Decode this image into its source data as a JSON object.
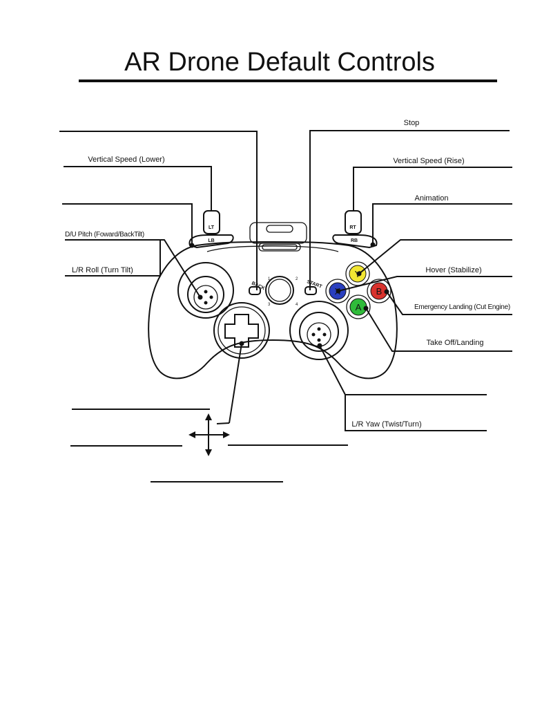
{
  "title": "AR Drone Default Controls",
  "labels": {
    "stop": "Stop",
    "vertical_speed_lower": "Vertical Speed (Lower)",
    "vertical_speed_rise": "Vertical Speed (Rise)",
    "animation": "Animation",
    "du_pitch": "D/U Pitch (Foward/BackTilt)",
    "lr_roll": "L/R Roll (Turn Tilt)",
    "hover": "Hover (Stabilize)",
    "emergency_landing": "Emergency Landing (Cut Engine)",
    "take_off_landing": "Take Off/Landing",
    "lr_yaw": "L/R Yaw (Twist/Turn)"
  },
  "controller": {
    "lt": "LT",
    "rt": "RT",
    "lb": "LB",
    "rb": "RB",
    "back": "BACK",
    "start": "START",
    "y": "Y",
    "x": "X",
    "b": "B",
    "a": "A",
    "player_1": "1",
    "player_2": "2",
    "player_3": "3",
    "player_4": "4"
  },
  "colors": {
    "y": "#f2e632",
    "x": "#2a3fbf",
    "b": "#d8322d",
    "a": "#2fbb3a"
  }
}
